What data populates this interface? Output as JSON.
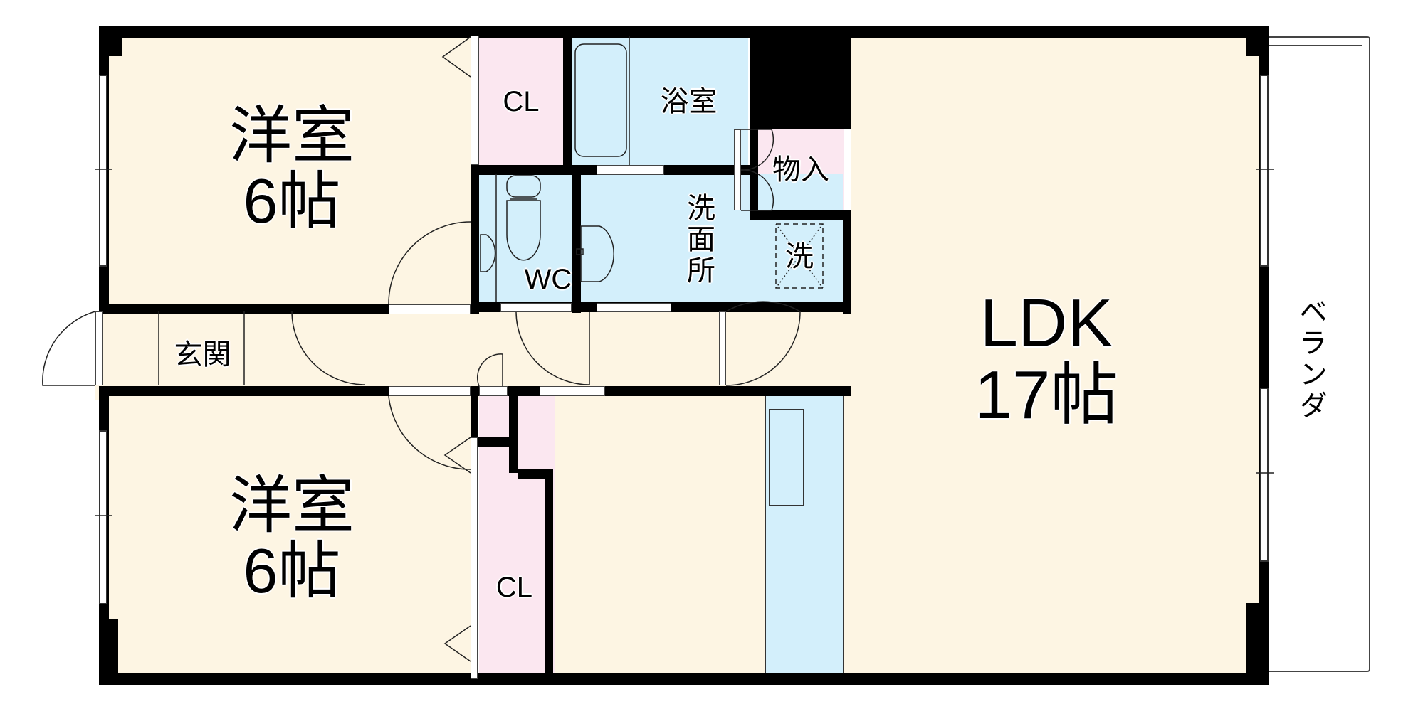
{
  "floorplan": {
    "rooms": [
      {
        "id": "western-room-1",
        "name": "洋室",
        "size": "6帖"
      },
      {
        "id": "western-room-2",
        "name": "洋室",
        "size": "6帖"
      },
      {
        "id": "ldk",
        "name": "LDK",
        "size": "17帖"
      },
      {
        "id": "closet-1",
        "name": "CL"
      },
      {
        "id": "closet-2",
        "name": "CL"
      },
      {
        "id": "bathroom",
        "name": "浴室"
      },
      {
        "id": "storage",
        "name": "物入"
      },
      {
        "id": "washroom",
        "name": "洗面所"
      },
      {
        "id": "toilet",
        "name": "WC"
      },
      {
        "id": "entrance",
        "name": "玄関"
      },
      {
        "id": "washer-space",
        "name": "洗"
      },
      {
        "id": "balcony",
        "name": "ベランダ"
      }
    ],
    "colors": {
      "living_area": "#fdf5e3",
      "closet": "#fbe7f0",
      "wet_area": "#d3effb",
      "wall": "#000000"
    }
  }
}
